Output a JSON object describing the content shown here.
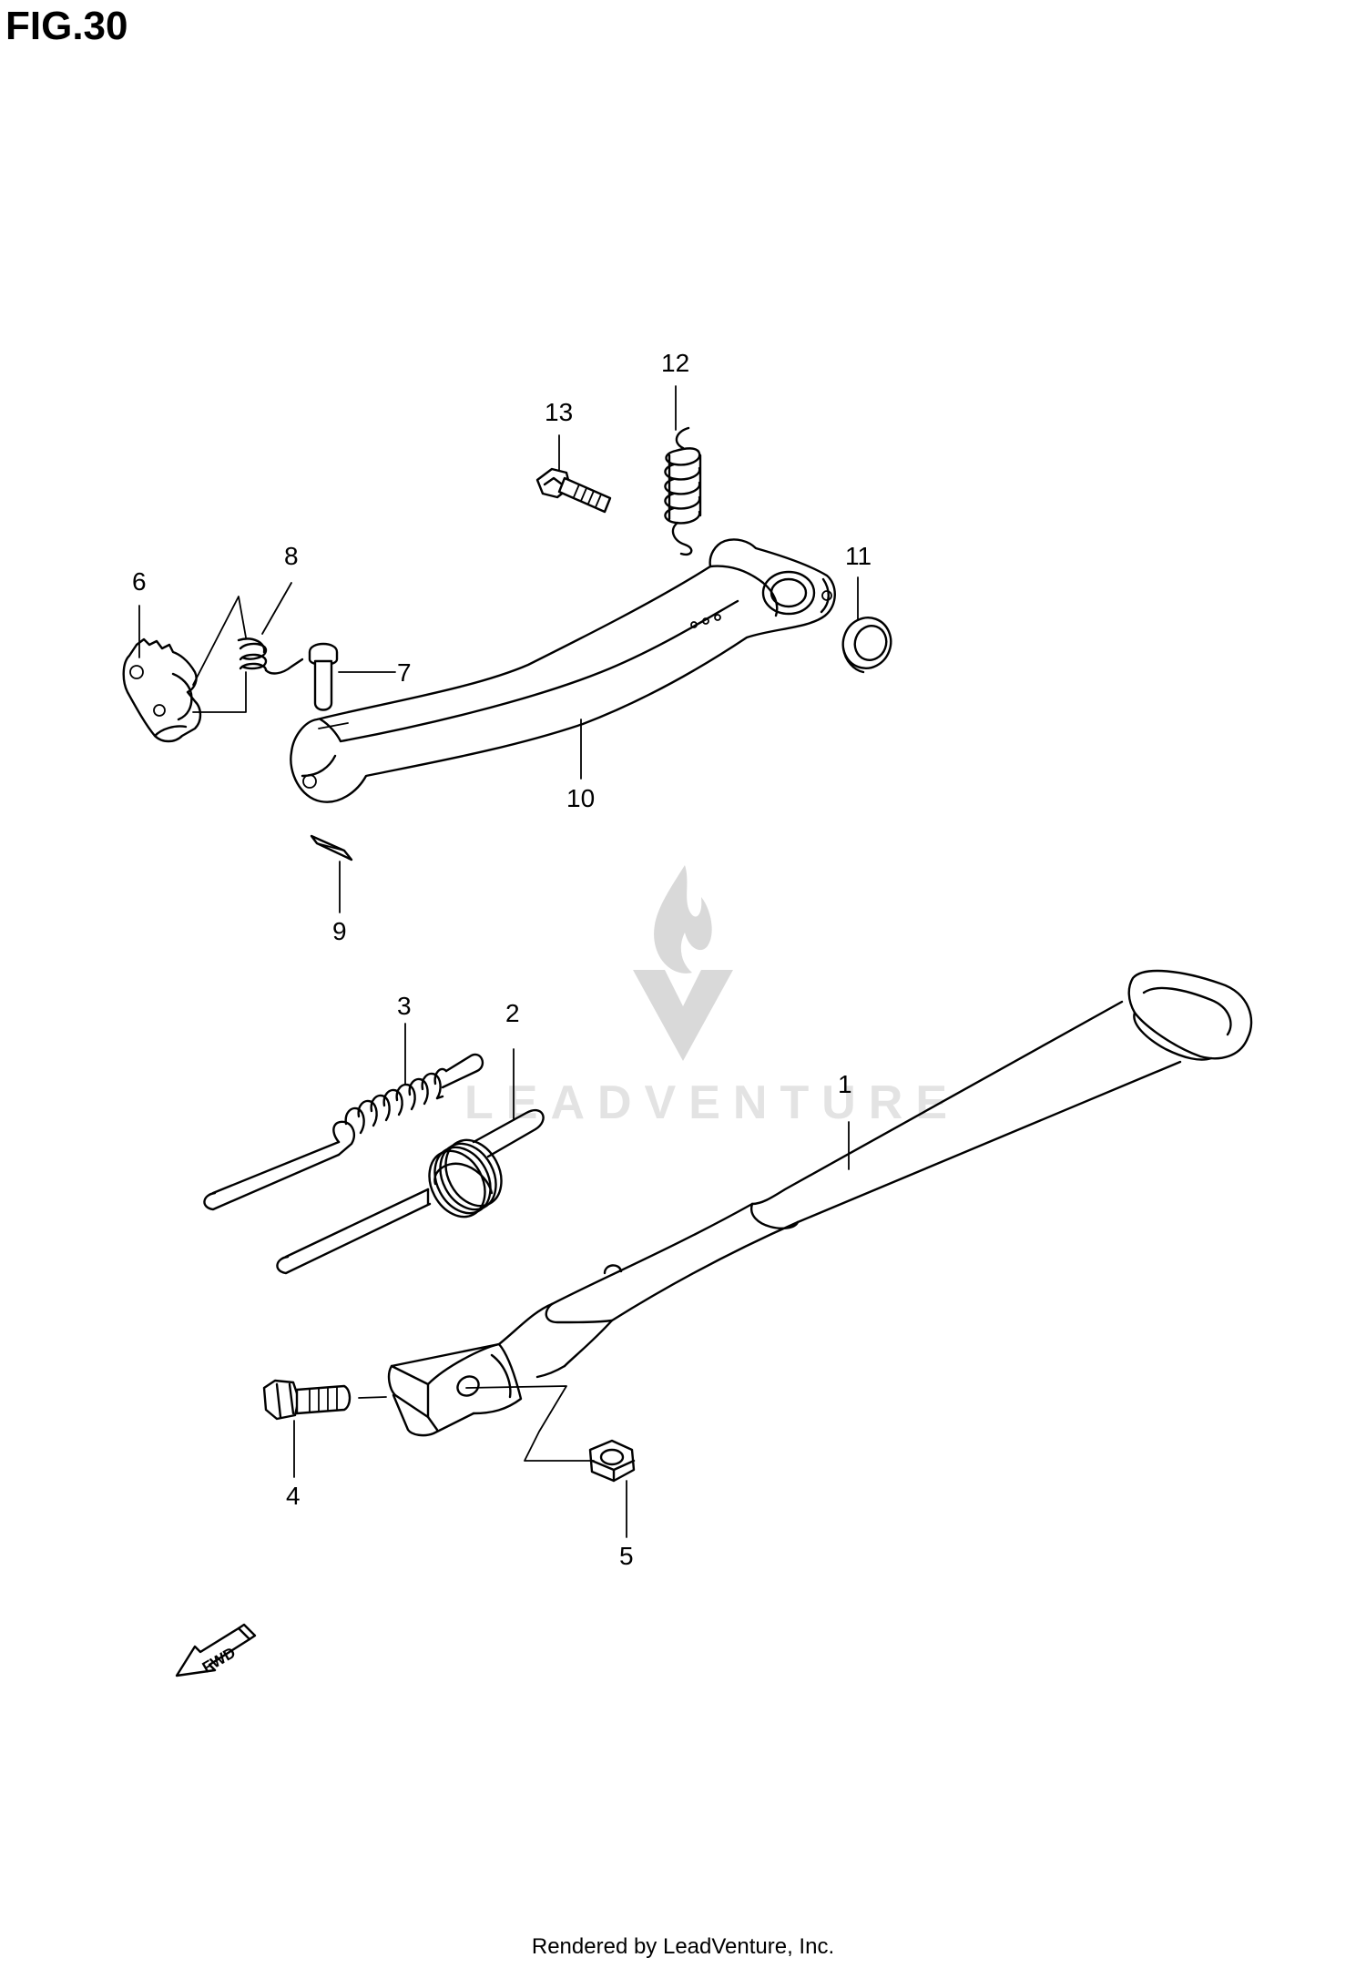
{
  "figure": {
    "title": "FIG.30"
  },
  "callouts": [
    {
      "id": "1",
      "text": "1"
    },
    {
      "id": "2",
      "text": "2"
    },
    {
      "id": "3",
      "text": "3"
    },
    {
      "id": "4",
      "text": "4"
    },
    {
      "id": "5",
      "text": "5"
    },
    {
      "id": "6",
      "text": "6"
    },
    {
      "id": "7",
      "text": "7"
    },
    {
      "id": "8",
      "text": "8"
    },
    {
      "id": "9",
      "text": "9"
    },
    {
      "id": "10",
      "text": "10"
    },
    {
      "id": "11",
      "text": "11"
    },
    {
      "id": "12",
      "text": "12"
    },
    {
      "id": "13",
      "text": "13"
    }
  ],
  "direction_arrow": {
    "text": "FWD"
  },
  "watermark": {
    "text": "LEADVENTURE"
  },
  "footer": {
    "text": "Rendered by LeadVenture, Inc."
  },
  "colors": {
    "line": "#000000",
    "background": "#ffffff",
    "watermark": "#d9d9d9"
  }
}
